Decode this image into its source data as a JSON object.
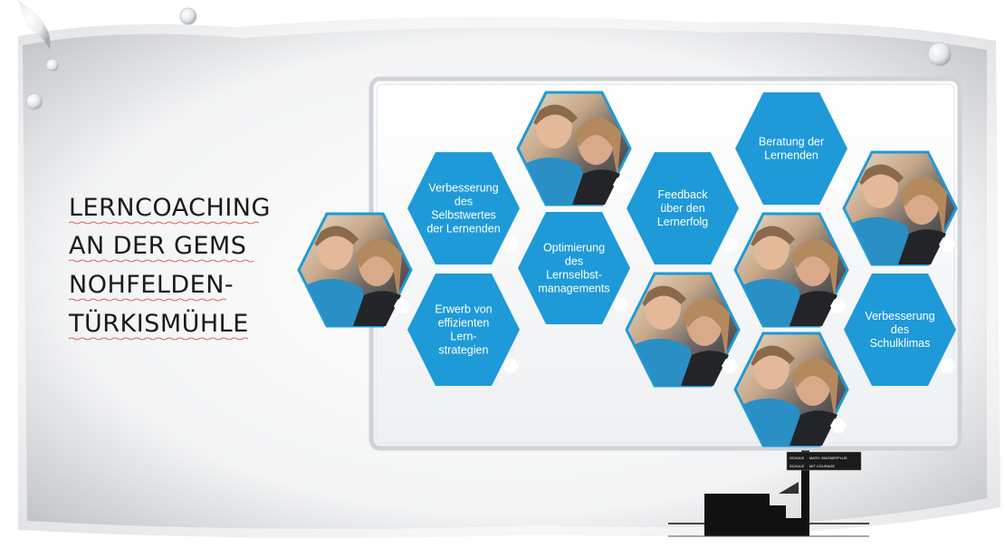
{
  "title": {
    "lines": [
      "LERNCOACHING",
      "AN DER GEMS",
      "NOHFELDEN-",
      "TÜRKISMÜHLE"
    ]
  },
  "hexagons": {
    "selbstwert": [
      "Verbesserung",
      "des",
      "Selbstwertes",
      "der Lernenden"
    ],
    "lernstrategien": [
      "Erwerb von",
      "effizienten",
      "Lern-",
      "strategien"
    ],
    "lernselbstmanagement": [
      "Optimierung",
      "des",
      "Lernselbst-",
      "managements"
    ],
    "feedback": [
      "Feedback",
      "über den",
      "Lernerfolg"
    ],
    "beratung": [
      "Beratung der",
      "Lernenden"
    ],
    "schulklima": [
      "Verbesserung",
      "des",
      "Schulklimas"
    ]
  },
  "logo": {
    "row1_left": "SCHULE",
    "row1_right": "MATH. WAGNERPLUS",
    "row2_left": "SCHULE",
    "row2_right": "MIT COURAGE"
  },
  "colors": {
    "hex_blue": "#1e9ad8",
    "frame": "#d9dde3",
    "title": "#1a1a1a"
  }
}
